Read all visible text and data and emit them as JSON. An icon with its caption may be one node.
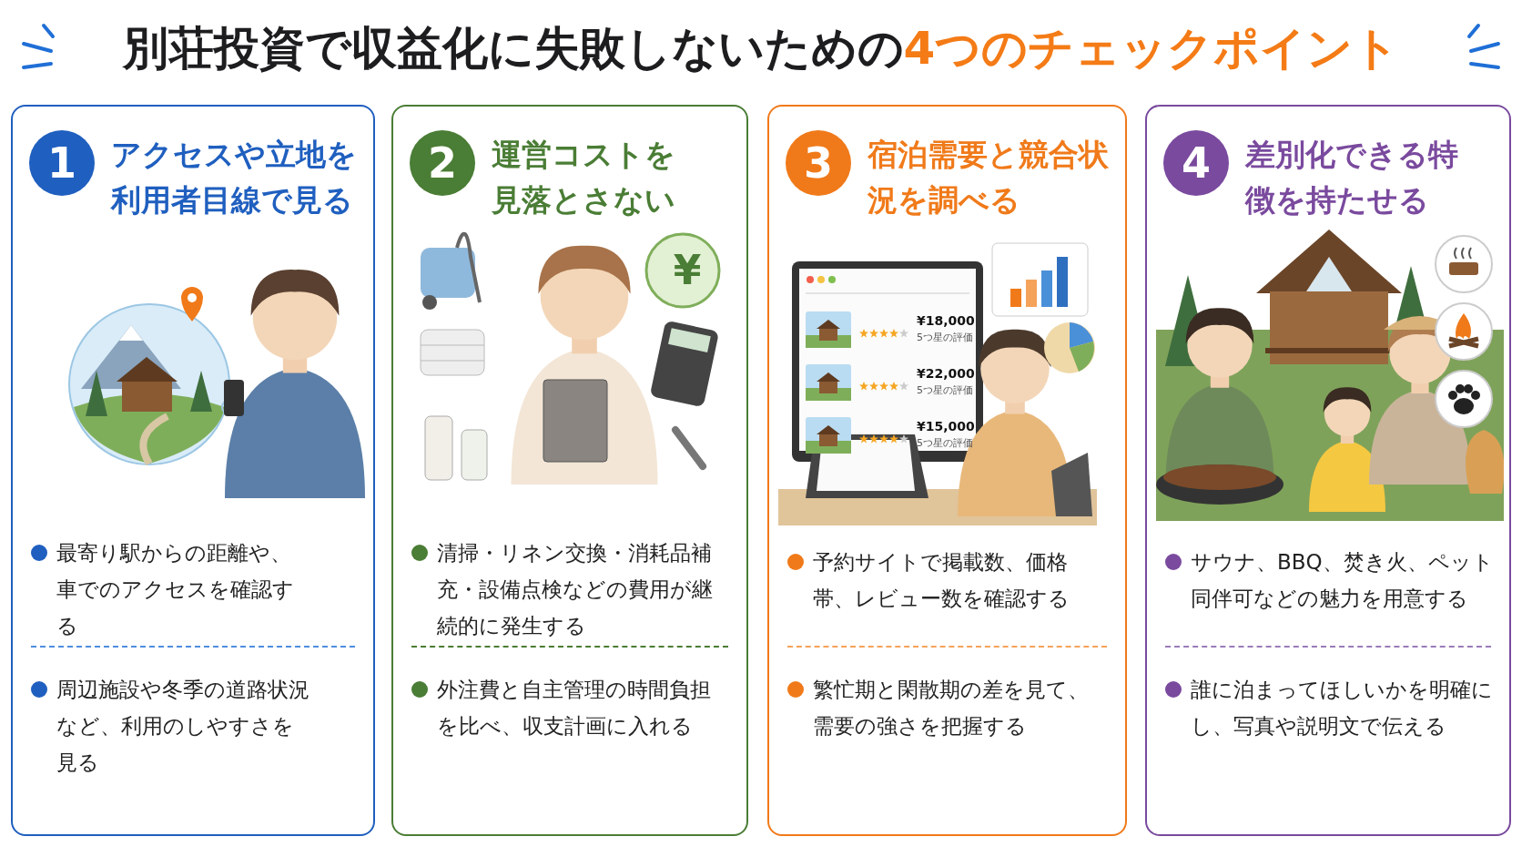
{
  "diagram": {
    "title": "別荘投資で収益化に失敗しないための",
    "nodes": [
      {
        "text": [
          "アクセスや立地を利用者目線で見る",
          "最寄り駅からの距離や、車でのアクセスを確認する",
          "周辺施設や冬季の道路状況など、利用のしやすさを見る"
        ]
      },
      {
        "text": [
          "1"
        ],
        "in": 0
      },
      {
        "text": [
          "運営コストを見落とさない",
          "清掃・リネン交換・消耗品補充・設備点検などの費用が継続的に発生する",
          "外注費と自主管理の時間負担を比べ、収支計画に入れる"
        ]
      },
      {
        "text": [
          "2"
        ],
        "in": 2
      },
      {
        "text": [
          "宿泊需要と競合状況を調べる",
          "予約サイトで掲載数、価格帯、レビュー数を確認する",
          "繁忙期と閑散期の差を見て、需要の強さを把握する"
        ]
      },
      {
        "text": [
          "3"
        ],
        "in": 4
      },
      {
        "text": [
          "差別化できる特徴を持たせる",
          "サウナ、BBQ、焚き火、ペット同伴可などの魅力を用意する",
          "誰に泊まってほしいかを明確にし、写真や説明文で伝える"
        ]
      },
      {
        "text": [
          "4"
        ],
        "in": 6
      }
    ],
    "edges": [],
    "labels": [
      "4つのチェックポイント",
      "¥",
      "¥18,000",
      "5つ星の評価",
      "¥22,000",
      "5つ星の評価",
      "¥15,000",
      "5つ星の評価"
    ]
  }
}
